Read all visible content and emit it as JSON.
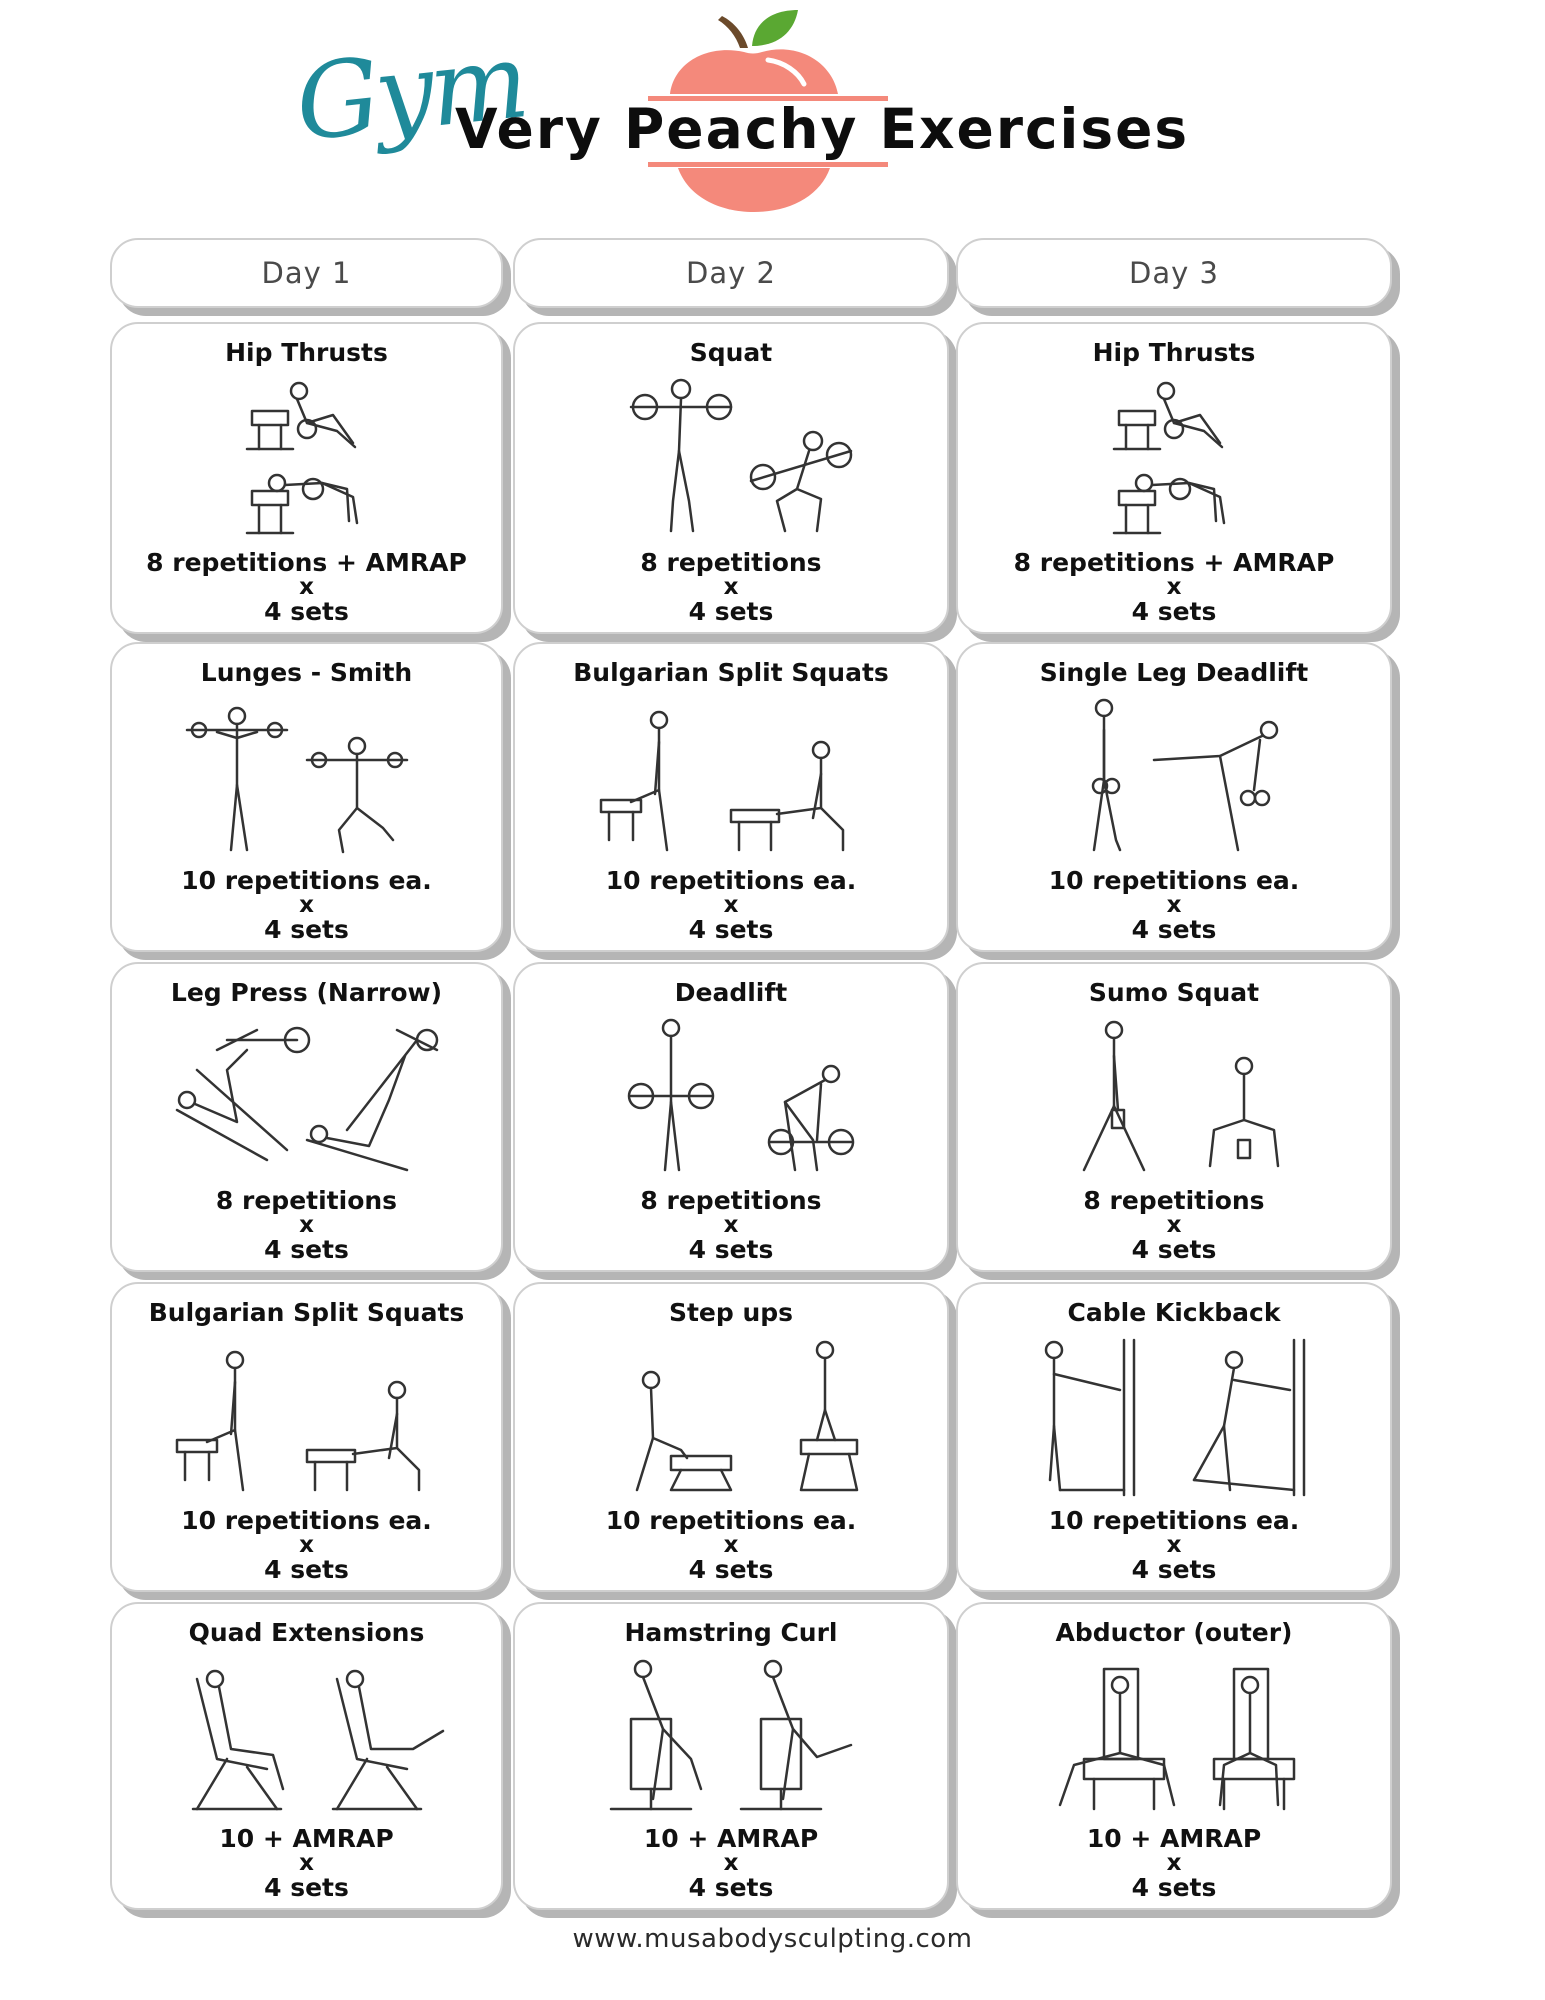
{
  "header": {
    "script_word": "Gym",
    "title": "Very Peachy Exercises",
    "logo": "peach-icon",
    "colors": {
      "peach": "#f4897b",
      "leaf": "#5aa832",
      "stem": "#6b4a2b",
      "script": "#1f8a9a"
    }
  },
  "days": [
    {
      "label": "Day 1",
      "exercises": [
        {
          "name": "Hip Thrusts",
          "reps": "8 repetitions + AMRAP",
          "x": "x",
          "sets": "4 sets",
          "illustration": "hip-thrust-illustration"
        },
        {
          "name": "Lunges - Smith",
          "reps": "10 repetitions ea.",
          "x": "x",
          "sets": "4 sets",
          "illustration": "barbell-lunge-illustration"
        },
        {
          "name": "Leg Press (Narrow)",
          "reps": "8 repetitions",
          "x": "x",
          "sets": "4 sets",
          "illustration": "leg-press-illustration"
        },
        {
          "name": "Bulgarian Split Squats",
          "reps": "10 repetitions ea.",
          "x": "x",
          "sets": "4 sets",
          "illustration": "split-squat-illustration"
        },
        {
          "name": "Quad Extensions",
          "reps": "10 + AMRAP",
          "x": "x",
          "sets": "4 sets",
          "illustration": "leg-extension-illustration"
        }
      ]
    },
    {
      "label": "Day 2",
      "exercises": [
        {
          "name": "Squat",
          "reps": "8 repetitions",
          "x": "x",
          "sets": "4 sets",
          "illustration": "barbell-squat-illustration"
        },
        {
          "name": "Bulgarian Split Squats",
          "reps": "10 repetitions ea.",
          "x": "x",
          "sets": "4 sets",
          "illustration": "split-squat-illustration"
        },
        {
          "name": "Deadlift",
          "reps": "8 repetitions",
          "x": "x",
          "sets": "4 sets",
          "illustration": "deadlift-illustration"
        },
        {
          "name": "Step ups",
          "reps": "10 repetitions ea.",
          "x": "x",
          "sets": "4 sets",
          "illustration": "step-up-illustration"
        },
        {
          "name": "Hamstring Curl",
          "reps": "10 + AMRAP",
          "x": "x",
          "sets": "4 sets",
          "illustration": "hamstring-curl-illustration"
        }
      ]
    },
    {
      "label": "Day 3",
      "exercises": [
        {
          "name": "Hip Thrusts",
          "reps": "8 repetitions + AMRAP",
          "x": "x",
          "sets": "4 sets",
          "illustration": "hip-thrust-illustration"
        },
        {
          "name": "Single Leg Deadlift",
          "reps": "10 repetitions ea.",
          "x": "x",
          "sets": "4 sets",
          "illustration": "single-leg-deadlift-illustration"
        },
        {
          "name": "Sumo Squat",
          "reps": "8 repetitions",
          "x": "x",
          "sets": "4 sets",
          "illustration": "sumo-squat-illustration"
        },
        {
          "name": "Cable Kickback",
          "reps": "10 repetitions ea.",
          "x": "x",
          "sets": "4 sets",
          "illustration": "cable-kickback-illustration"
        },
        {
          "name": "Abductor (outer)",
          "reps": "10 + AMRAP",
          "x": "x",
          "sets": "4 sets",
          "illustration": "abductor-machine-illustration"
        }
      ]
    }
  ],
  "footer": {
    "url": "www.musabodysculpting.com"
  }
}
